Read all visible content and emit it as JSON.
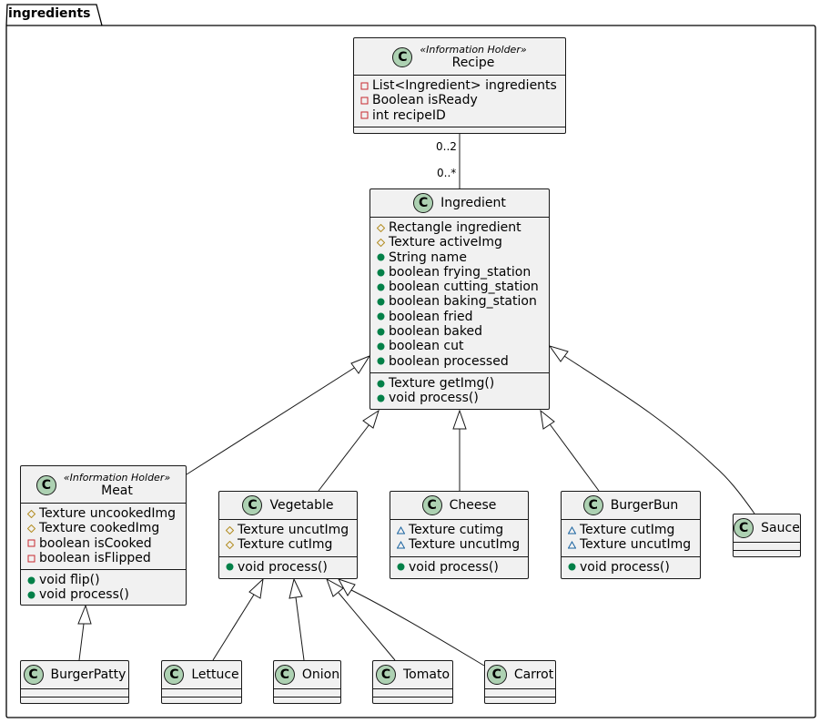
{
  "package": {
    "name": "ingredients"
  },
  "multiplicity": {
    "recipe_end": "0..2",
    "ingredient_end": "0..*"
  },
  "colors": {
    "class_fill": "#f1f1f1",
    "class_circle": "#add1b2",
    "border": "#181818",
    "private": "#c82930",
    "protected": "#b38d22",
    "public": "#038048",
    "package": "#1963a0"
  },
  "classes": {
    "recipe": {
      "stereotype": "«Information Holder»",
      "name": "Recipe",
      "icon": "C",
      "fields": [
        {
          "vis": "private",
          "text": "List<Ingredient> ingredients"
        },
        {
          "vis": "private",
          "text": "Boolean isReady"
        },
        {
          "vis": "private",
          "text": "int recipeID"
        }
      ],
      "methods": []
    },
    "ingredient": {
      "name": "Ingredient",
      "icon": "C",
      "fields": [
        {
          "vis": "protected",
          "text": "Rectangle ingredient"
        },
        {
          "vis": "protected",
          "text": "Texture activeImg"
        },
        {
          "vis": "public",
          "text": "String name"
        },
        {
          "vis": "public",
          "text": "boolean frying_station"
        },
        {
          "vis": "public",
          "text": "boolean cutting_station"
        },
        {
          "vis": "public",
          "text": "boolean baking_station"
        },
        {
          "vis": "public",
          "text": "boolean fried"
        },
        {
          "vis": "public",
          "text": "boolean baked"
        },
        {
          "vis": "public",
          "text": "boolean cut"
        },
        {
          "vis": "public",
          "text": "boolean processed"
        }
      ],
      "methods": [
        {
          "vis": "public",
          "text": "Texture getImg()"
        },
        {
          "vis": "public",
          "text": "void process()"
        }
      ]
    },
    "meat": {
      "stereotype": "«Information Holder»",
      "name": "Meat",
      "icon": "C",
      "fields": [
        {
          "vis": "protected",
          "text": "Texture uncookedImg"
        },
        {
          "vis": "protected",
          "text": "Texture cookedImg"
        },
        {
          "vis": "private",
          "text": "boolean isCooked"
        },
        {
          "vis": "private",
          "text": "boolean isFlipped"
        }
      ],
      "methods": [
        {
          "vis": "public",
          "text": "void flip()"
        },
        {
          "vis": "public",
          "text": "void process()"
        }
      ]
    },
    "vegetable": {
      "name": "Vegetable",
      "icon": "C",
      "fields": [
        {
          "vis": "protected",
          "text": "Texture uncutImg"
        },
        {
          "vis": "protected",
          "text": "Texture cutImg"
        }
      ],
      "methods": [
        {
          "vis": "public",
          "text": "void process()"
        }
      ]
    },
    "cheese": {
      "name": "Cheese",
      "icon": "C",
      "fields": [
        {
          "vis": "package",
          "text": "Texture cutimg"
        },
        {
          "vis": "package",
          "text": "Texture uncutImg"
        }
      ],
      "methods": [
        {
          "vis": "public",
          "text": "void process()"
        }
      ]
    },
    "burgerbun": {
      "name": "BurgerBun",
      "icon": "C",
      "fields": [
        {
          "vis": "package",
          "text": "Texture cutImg"
        },
        {
          "vis": "package",
          "text": "Texture uncutImg"
        }
      ],
      "methods": [
        {
          "vis": "public",
          "text": "void process()"
        }
      ]
    },
    "sauce": {
      "name": "Sauce",
      "icon": "C",
      "fields": [],
      "methods": []
    },
    "burgerpatty": {
      "name": "BurgerPatty",
      "icon": "C",
      "fields": [],
      "methods": []
    },
    "lettuce": {
      "name": "Lettuce",
      "icon": "C",
      "fields": [],
      "methods": []
    },
    "onion": {
      "name": "Onion",
      "icon": "C",
      "fields": [],
      "methods": []
    },
    "tomato": {
      "name": "Tomato",
      "icon": "C",
      "fields": [],
      "methods": []
    },
    "carrot": {
      "name": "Carrot",
      "icon": "C",
      "fields": [],
      "methods": []
    }
  },
  "relations": [
    {
      "type": "association",
      "from": "recipe",
      "to": "ingredient"
    },
    {
      "type": "generalization",
      "child": "meat",
      "parent": "ingredient"
    },
    {
      "type": "generalization",
      "child": "vegetable",
      "parent": "ingredient"
    },
    {
      "type": "generalization",
      "child": "cheese",
      "parent": "ingredient"
    },
    {
      "type": "generalization",
      "child": "burgerbun",
      "parent": "ingredient"
    },
    {
      "type": "generalization",
      "child": "sauce",
      "parent": "ingredient"
    },
    {
      "type": "generalization",
      "child": "burgerpatty",
      "parent": "meat"
    },
    {
      "type": "generalization",
      "child": "lettuce",
      "parent": "vegetable"
    },
    {
      "type": "generalization",
      "child": "onion",
      "parent": "vegetable"
    },
    {
      "type": "generalization",
      "child": "tomato",
      "parent": "vegetable"
    },
    {
      "type": "generalization",
      "child": "carrot",
      "parent": "vegetable"
    }
  ]
}
